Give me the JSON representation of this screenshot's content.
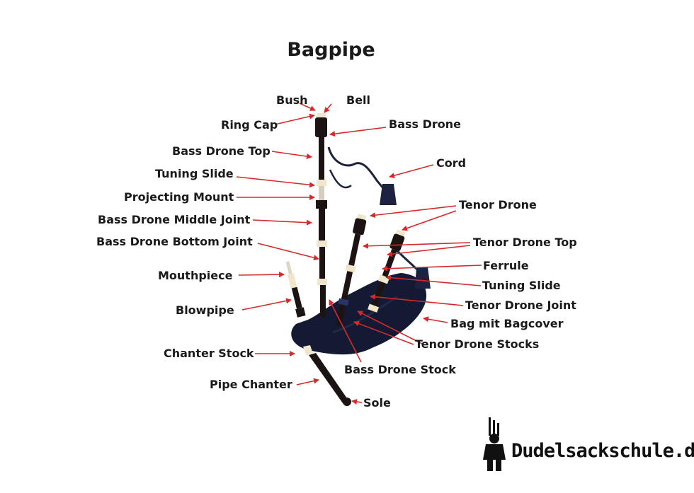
{
  "title": "Bagpipe",
  "brand": "Dudelsackschule.de",
  "colors": {
    "arrow": "#d42a2a",
    "bag": "#141a33",
    "wood": "#1c1412",
    "ivory": "#efe6cc",
    "cord": "#1c2240",
    "text": "#1a1a1a"
  },
  "labels": {
    "bush": "Bush",
    "bell": "Bell",
    "ring_cap": "Ring Cap",
    "bass_drone": "Bass Drone",
    "bass_drone_top": "Bass Drone Top",
    "cord": "Cord",
    "tuning_slide_left": "Tuning Slide",
    "projecting_mount": "Projecting Mount",
    "tenor_drone": "Tenor Drone",
    "bass_drone_middle_joint": "Bass Drone Middle Joint",
    "bass_drone_bottom_joint": "Bass Drone Bottom Joint",
    "tenor_drone_top": "Tenor Drone Top",
    "ferrule": "Ferrule",
    "mouthpiece": "Mouthpiece",
    "tuning_slide_right": "Tuning Slide",
    "tenor_drone_joint": "Tenor Drone Joint",
    "blowpipe": "Blowpipe",
    "bag_mit_bagcover": "Bag mit Bagcover",
    "tenor_drone_stocks": "Tenor Drone Stocks",
    "chanter_stock": "Chanter Stock",
    "bass_drone_stock": "Bass Drone Stock",
    "pipe_chanter": "Pipe Chanter",
    "sole": "Sole"
  }
}
